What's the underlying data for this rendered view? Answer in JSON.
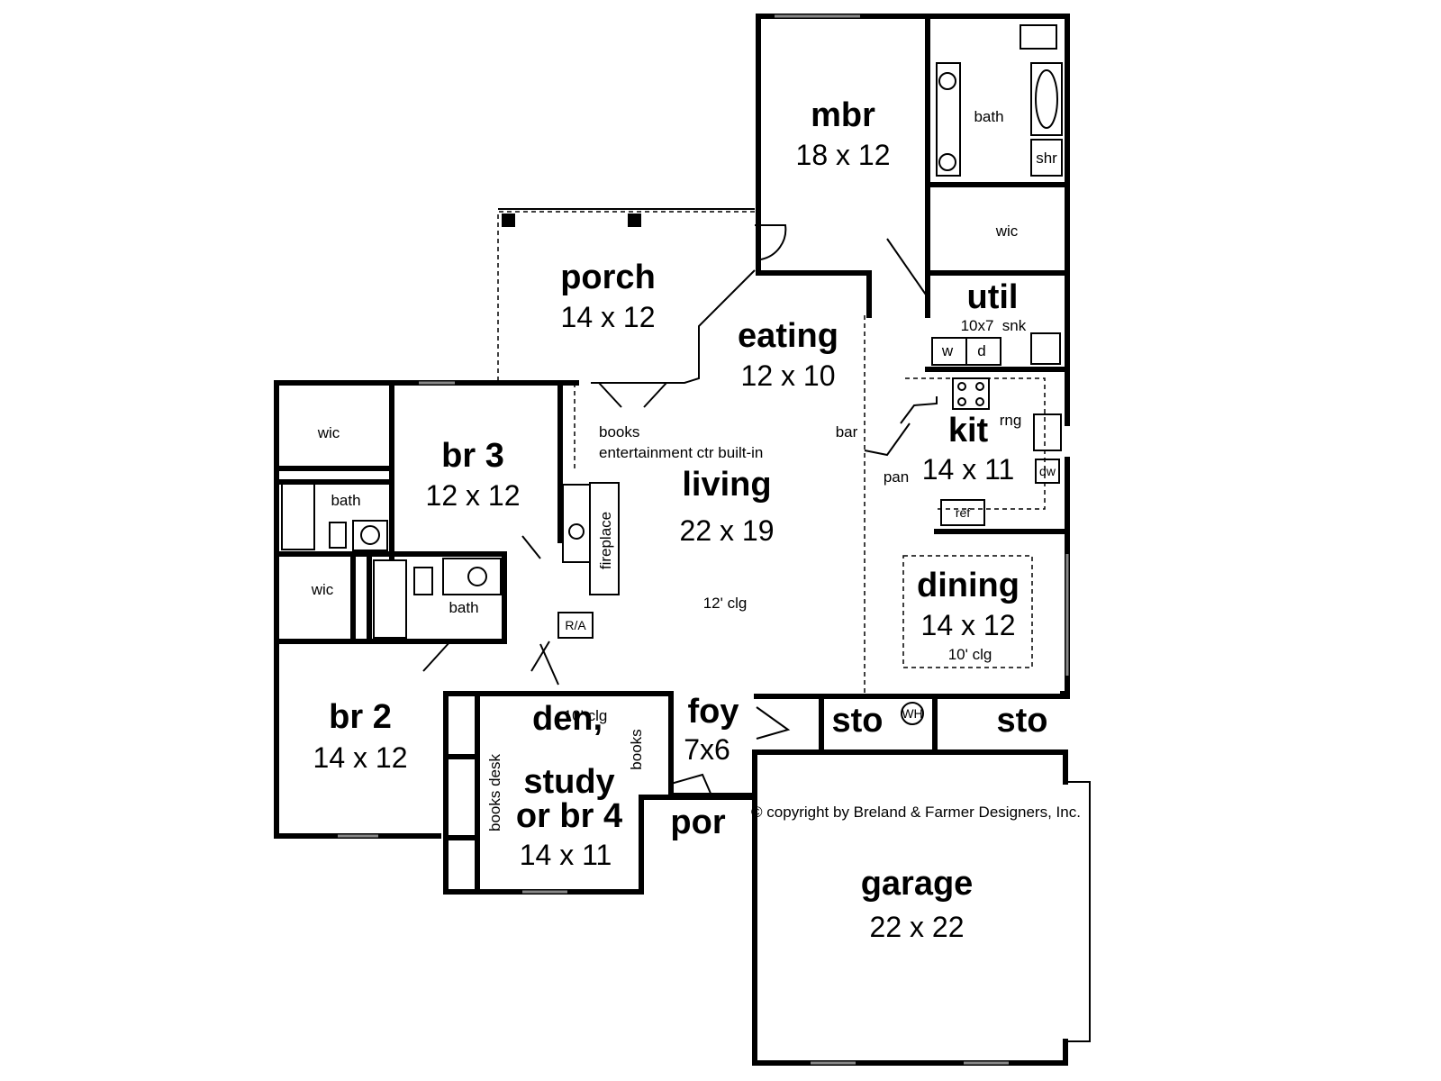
{
  "plan": {
    "rooms": {
      "mbr": {
        "name": "mbr",
        "dims": "18 x 12"
      },
      "porch": {
        "name": "porch",
        "dims": "14 x 12"
      },
      "eating": {
        "name": "eating",
        "dims": "12 x 10"
      },
      "util": {
        "name": "util",
        "dims": "10x7"
      },
      "kit": {
        "name": "kit",
        "dims": "14 x 11"
      },
      "br3": {
        "name": "br 3",
        "dims": "12 x 12"
      },
      "living": {
        "name": "living",
        "dims": "22 x 19"
      },
      "dining": {
        "name": "dining",
        "dims": "14 x 12"
      },
      "br2": {
        "name": "br 2",
        "dims": "14 x 12"
      },
      "den": {
        "line1": "den,",
        "line2": "study",
        "line3": "or br 4",
        "dims": "14 x 11"
      },
      "foy": {
        "name": "foy",
        "dims": "7x6"
      },
      "por": {
        "name": "por"
      },
      "sto1": {
        "name": "sto"
      },
      "sto2": {
        "name": "sto"
      },
      "garage": {
        "name": "garage",
        "dims": "22 x 22"
      }
    },
    "labels": {
      "mbr_bath": "bath",
      "shr": "shr",
      "mbr_wic": "wic",
      "snk": "snk",
      "w": "w",
      "d": "d",
      "rng": "rng",
      "bar": "bar",
      "pan": "pan",
      "dw": "dw",
      "ref": "ref",
      "books1": "books",
      "ent_ctr": "entertainment ctr built-in",
      "fireplace": "fireplace",
      "ra": "R/A",
      "living_clg": "12' clg",
      "dining_clg": "10' clg",
      "br3_wic": "wic",
      "br3_bath": "bath",
      "br2_wic": "wic",
      "br2_bath": "bath",
      "den_clg": "10' clg",
      "books2": "books",
      "books_desk": "books desk",
      "wh": "WH",
      "copyright": "© copyright  by Breland & Farmer Designers, Inc."
    }
  }
}
